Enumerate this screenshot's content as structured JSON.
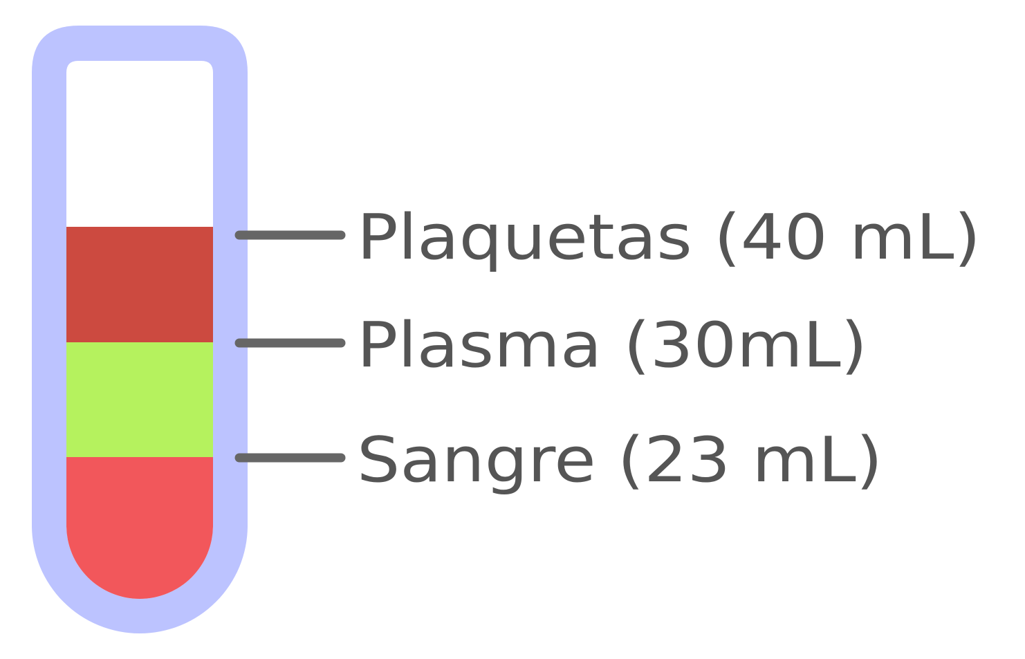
{
  "colors": {
    "background": "#ffffff",
    "tube_outline": "#bcc3ff",
    "tube_interior": "#ffffff",
    "connector": "#666666",
    "label_text": "#555555"
  },
  "layers": [
    {
      "label": "Plaquetas (40 mL)",
      "color": "#cc4a40"
    },
    {
      "label": "Plasma (30mL)",
      "color": "#b5f25e"
    },
    {
      "label": "Sangre (23 mL)",
      "color": "#f2575b"
    }
  ]
}
